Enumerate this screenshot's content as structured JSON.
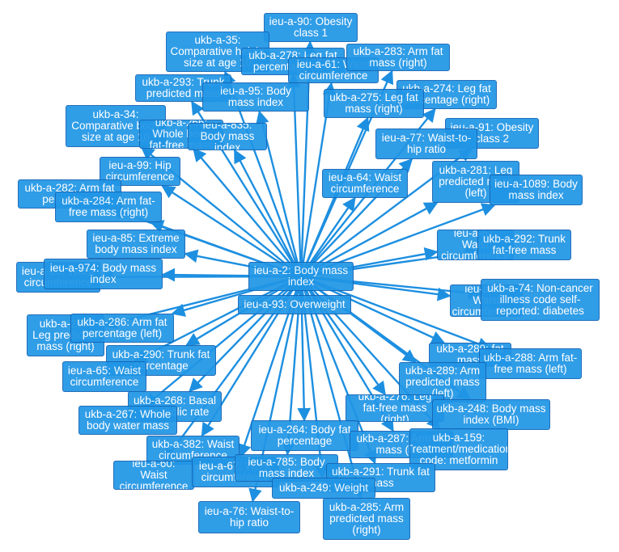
{
  "theme": {
    "node_fill": "#2196e6",
    "node_border": "#1565b5",
    "edge_color": "#1d8fe0",
    "text_color": "#ffffff"
  },
  "center": "n_center",
  "nodes": [
    {
      "id": "n_center",
      "label": "ieu-a-2: Body mass index"
    },
    {
      "id": "n_90",
      "label": "ieu-a-90: Obesity class 1"
    },
    {
      "id": "n_35",
      "label": "ukb-a-35: Comparative height size at age 10"
    },
    {
      "id": "n_278",
      "label": "ukb-a-278: Leg fat percentage (left)"
    },
    {
      "id": "n_61",
      "label": "ieu-a-61: Waist circumference"
    },
    {
      "id": "n_283",
      "label": "ukb-a-283: Arm fat mass (right)"
    },
    {
      "id": "n_293",
      "label": "ukb-a-293: Trunk predicted mass"
    },
    {
      "id": "n_95",
      "label": "ieu-a-95: Body mass index"
    },
    {
      "id": "n_274",
      "label": "ukb-a-274: Leg fat percentage (right)"
    },
    {
      "id": "n_275",
      "label": "ukb-a-275: Leg fat mass (right)"
    },
    {
      "id": "n_34",
      "label": "ukb-a-34: Comparative body size at age 10"
    },
    {
      "id": "n_266",
      "label": "ukb-a-266: Whole body fat-free mass"
    },
    {
      "id": "n_bmi2",
      "label": "ieu-a-835: Body mass index"
    },
    {
      "id": "n_91",
      "label": "ieu-a-91: Obesity class 2"
    },
    {
      "id": "n_77",
      "label": "ieu-a-77: Waist-to-hip ratio"
    },
    {
      "id": "n_99",
      "label": "ieu-a-99: Hip circumference"
    },
    {
      "id": "n_281",
      "label": "ukb-a-281: Leg predicted mass (left)"
    },
    {
      "id": "n_bmi3",
      "label": "ieu-a-1089: Body mass index"
    },
    {
      "id": "n_64",
      "label": "ieu-a-64: Waist circumference"
    },
    {
      "id": "n_282",
      "label": "ukb-a-282: Arm fat percentage"
    },
    {
      "id": "n_284",
      "label": "ukb-a-284: Arm fat-free mass (right)"
    },
    {
      "id": "n_85",
      "label": "ieu-a-85: Extreme body mass index"
    },
    {
      "id": "n_wc2",
      "label": "ieu-a-57: Waist circumference"
    },
    {
      "id": "n_292",
      "label": "ukb-a-292: Trunk fat-free mass"
    },
    {
      "id": "n_wc3",
      "label": "ieu-a-63: Waist circumference"
    },
    {
      "id": "n_974",
      "label": "ieu-a-974: Body mass index"
    },
    {
      "id": "n_wc4",
      "label": "ieu-a-62: Waist circumference"
    },
    {
      "id": "n_74",
      "label": "ukb-a-74: Non-cancer illness code  self-reported: diabetes"
    },
    {
      "id": "n_93",
      "label": "ieu-a-93: Overweight"
    },
    {
      "id": "n_287r",
      "label": "ukb-a-280: Leg predicted mass (right)"
    },
    {
      "id": "n_286",
      "label": "ukb-a-286: Arm fat percentage (left)"
    },
    {
      "id": "n_290",
      "label": "ukb-a-290: Trunk fat percentage"
    },
    {
      "id": "n_65",
      "label": "ieu-a-65: Waist circumference"
    },
    {
      "id": "n_fm",
      "label": "ukb-a-289: fat mass"
    },
    {
      "id": "n_288",
      "label": "ukb-a-288: Arm fat-free mass (left)"
    },
    {
      "id": "n_289",
      "label": "ukb-a-289: Arm predicted mass (left)"
    },
    {
      "id": "n_268",
      "label": "ukb-a-268: Basal metabolic rate"
    },
    {
      "id": "n_276",
      "label": "ukb-a-276: Leg fat-free mass (right)"
    },
    {
      "id": "n_267",
      "label": "ukb-a-267: Whole body water mass"
    },
    {
      "id": "n_248",
      "label": "ukb-a-248: Body mass index (BMI)"
    },
    {
      "id": "n_264",
      "label": "ieu-a-264: Body fat percentage"
    },
    {
      "id": "n_287",
      "label": "ukb-a-287: Arm fat mass (left)"
    },
    {
      "id": "n_159",
      "label": "ukb-a-159: Treatment/medication code: metformin"
    },
    {
      "id": "n_382",
      "label": "ukb-a-382: Waist circumference"
    },
    {
      "id": "n_60",
      "label": "ieu-a-60: Waist circumference"
    },
    {
      "id": "n_wc5",
      "label": "ieu-a-67: Waist circumference"
    },
    {
      "id": "n_785",
      "label": "ieu-a-785: Body mass index"
    },
    {
      "id": "n_291",
      "label": "ukb-a-291: Trunk fat mass"
    },
    {
      "id": "n_249",
      "label": "ukb-a-249: Weight"
    },
    {
      "id": "n_76",
      "label": "ieu-a-76: Waist-to-hip ratio"
    },
    {
      "id": "n_285",
      "label": "ukb-a-285: Arm predicted mass (right)"
    }
  ]
}
